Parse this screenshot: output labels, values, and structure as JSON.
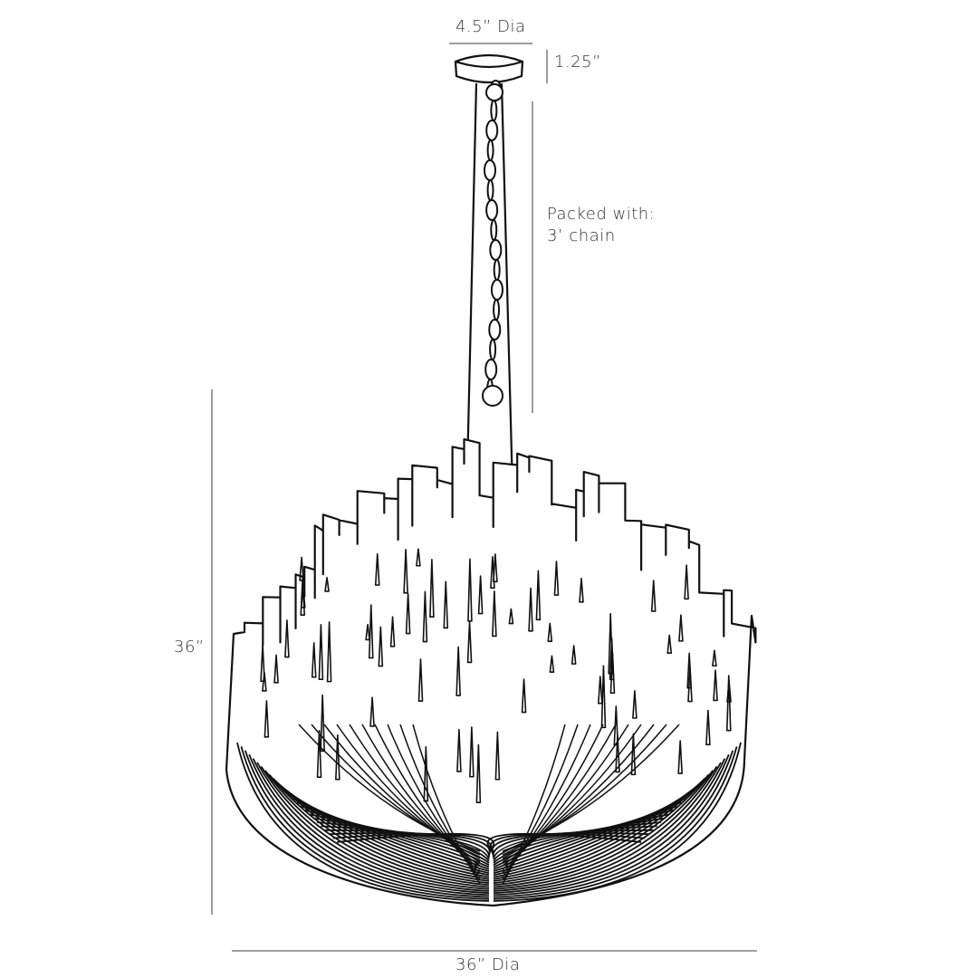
{
  "dimensions": {
    "canopy_diameter": "4.5” Dia",
    "canopy_height": "1.25”",
    "chain_note_line1": "Packed with:",
    "chain_note_line2": "3’ chain",
    "overall_height": "36”",
    "overall_diameter": "36” Dia"
  },
  "colors": {
    "line": "#1a1a1a",
    "dimension": "#555555",
    "text": "#333333"
  }
}
